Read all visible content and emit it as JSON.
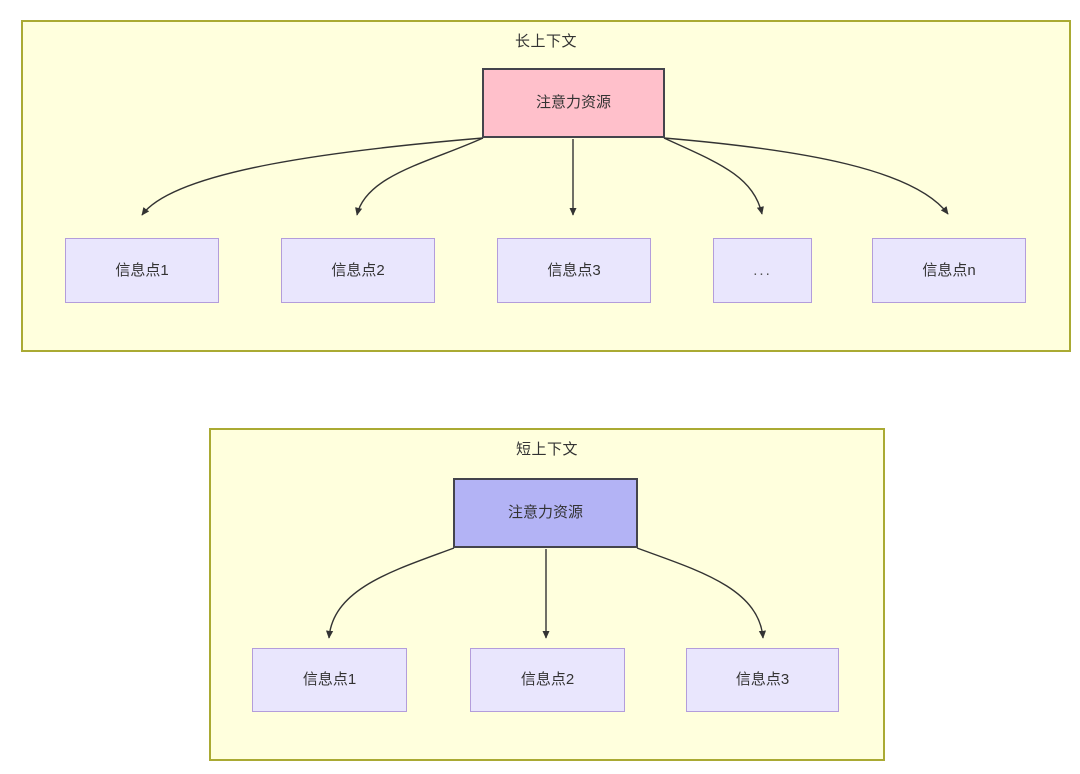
{
  "diagram": {
    "type": "flowchart",
    "background": "#ffffff",
    "palette": {
      "group_fill": "#ffffdd",
      "group_stroke": "#aaaa33",
      "long_root_fill": "#ffc0cb",
      "short_root_fill": "#b3b3f5",
      "root_stroke": "#44444c",
      "leaf_fill": "#e9e6fd",
      "leaf_stroke": "#b39ddb",
      "edge_stroke": "#333333",
      "text": "#333333"
    },
    "groups": [
      {
        "id": "long-context",
        "title": "长上下文",
        "root": {
          "id": "long-root",
          "label": "注意力资源"
        },
        "leaves": [
          {
            "id": "long-leaf-1",
            "label": "信息点1"
          },
          {
            "id": "long-leaf-2",
            "label": "信息点2"
          },
          {
            "id": "long-leaf-3",
            "label": "信息点3"
          },
          {
            "id": "long-leaf-ellipsis",
            "label": "..."
          },
          {
            "id": "long-leaf-n",
            "label": "信息点n"
          }
        ],
        "edge_count": 5
      },
      {
        "id": "short-context",
        "title": "短上下文",
        "root": {
          "id": "short-root",
          "label": "注意力资源"
        },
        "leaves": [
          {
            "id": "short-leaf-1",
            "label": "信息点1"
          },
          {
            "id": "short-leaf-2",
            "label": "信息点2"
          },
          {
            "id": "short-leaf-3",
            "label": "信息点3"
          }
        ],
        "edge_count": 3
      }
    ]
  }
}
